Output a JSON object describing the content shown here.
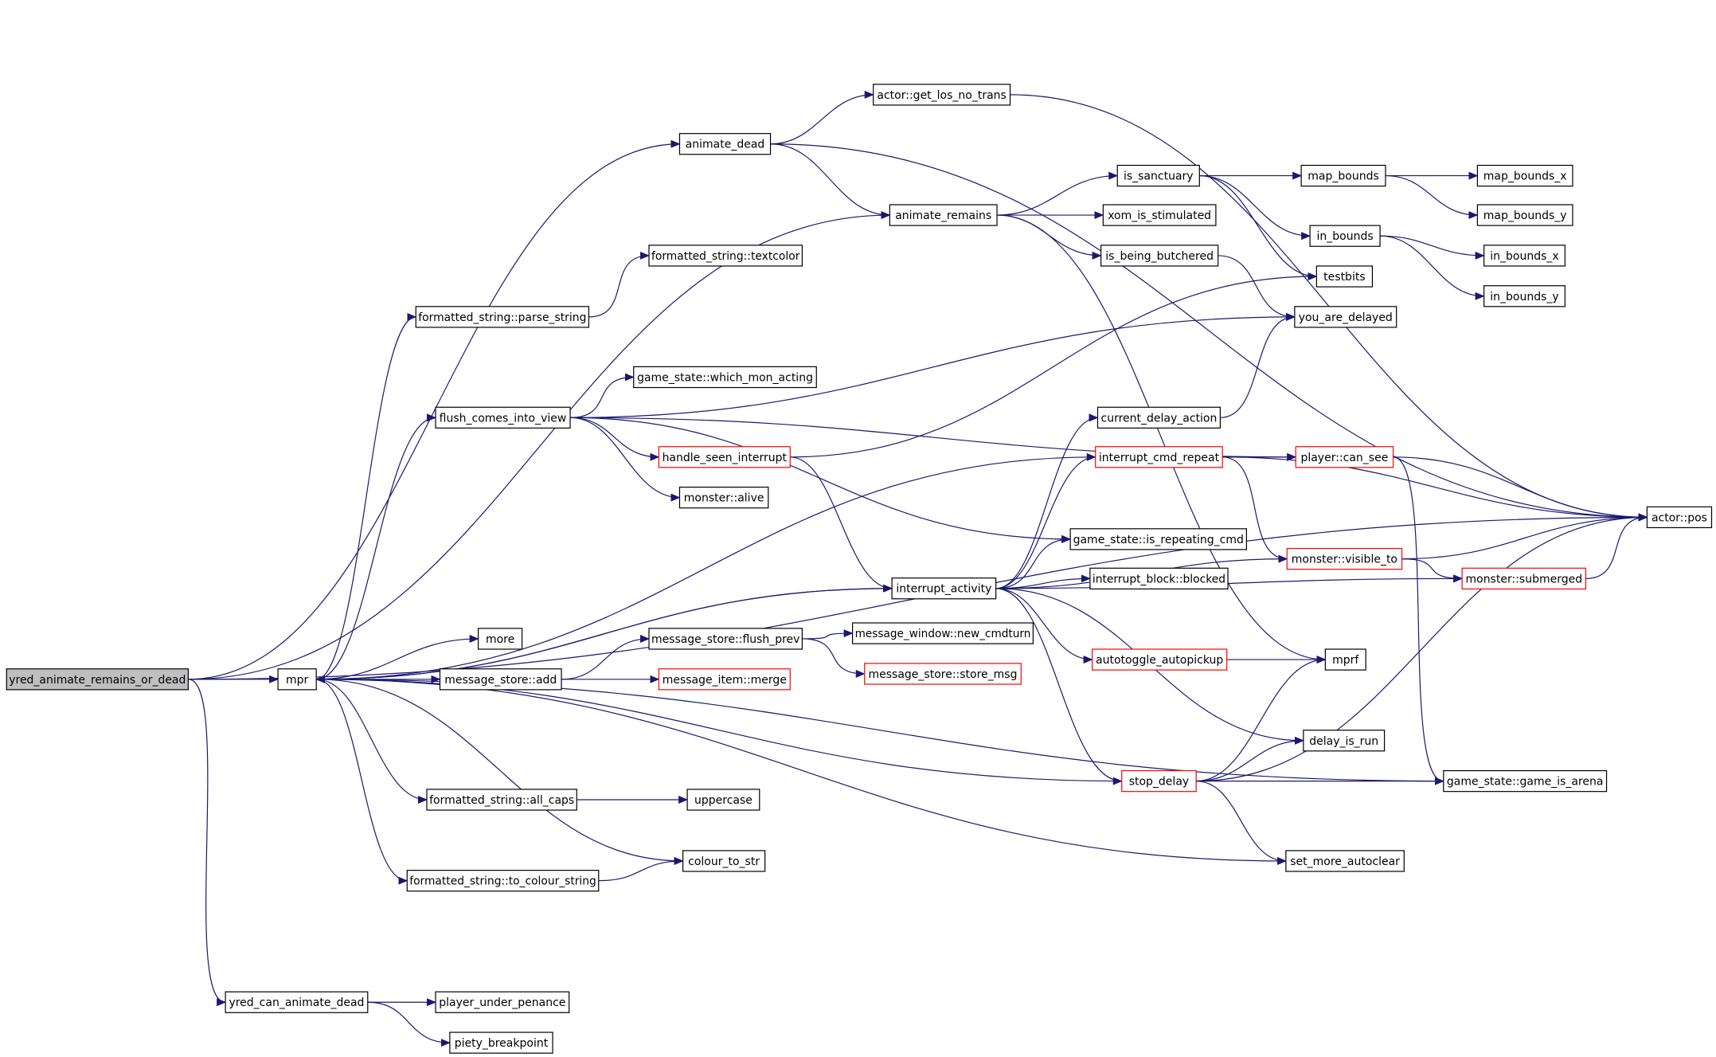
{
  "graph": {
    "colors": {
      "edge": "#191970",
      "node_border": "#000000",
      "highlight_border": "#ff0000",
      "root_fill": "#bfbfbf"
    },
    "nodes": {
      "yred_animate_remains_or_dead": {
        "label": "yred_animate_remains_or_dead",
        "style": "root"
      },
      "mpr": {
        "label": "mpr",
        "style": "normal"
      },
      "animate_dead": {
        "label": "animate_dead",
        "style": "normal"
      },
      "actor_get_los_no_trans": {
        "label": "actor::get_los_no_trans",
        "style": "normal"
      },
      "animate_remains": {
        "label": "animate_remains",
        "style": "normal"
      },
      "is_sanctuary": {
        "label": "is_sanctuary",
        "style": "normal"
      },
      "map_bounds": {
        "label": "map_bounds",
        "style": "normal"
      },
      "map_bounds_x": {
        "label": "map_bounds_x",
        "style": "normal"
      },
      "map_bounds_y": {
        "label": "map_bounds_y",
        "style": "normal"
      },
      "xom_is_stimulated": {
        "label": "xom_is_stimulated",
        "style": "normal"
      },
      "in_bounds": {
        "label": "in_bounds",
        "style": "normal"
      },
      "in_bounds_x": {
        "label": "in_bounds_x",
        "style": "normal"
      },
      "in_bounds_y": {
        "label": "in_bounds_y",
        "style": "normal"
      },
      "is_being_butchered": {
        "label": "is_being_butchered",
        "style": "normal"
      },
      "testbits": {
        "label": "testbits",
        "style": "normal"
      },
      "you_are_delayed": {
        "label": "you_are_delayed",
        "style": "normal"
      },
      "formatted_string_textcolor": {
        "label": "formatted_string::textcolor",
        "style": "normal"
      },
      "formatted_string_parse_string": {
        "label": "formatted_string::parse_string",
        "style": "normal"
      },
      "game_state_which_mon_acting": {
        "label": "game_state::which_mon_acting",
        "style": "normal"
      },
      "flush_comes_into_view": {
        "label": "flush_comes_into_view",
        "style": "normal"
      },
      "current_delay_action": {
        "label": "current_delay_action",
        "style": "normal"
      },
      "handle_seen_interrupt": {
        "label": "handle_seen_interrupt",
        "style": "highlight"
      },
      "interrupt_cmd_repeat": {
        "label": "interrupt_cmd_repeat",
        "style": "highlight"
      },
      "player_can_see": {
        "label": "player::can_see",
        "style": "highlight"
      },
      "monster_alive": {
        "label": "monster::alive",
        "style": "normal"
      },
      "actor_pos": {
        "label": "actor::pos",
        "style": "normal"
      },
      "game_state_is_repeating_cmd": {
        "label": "game_state::is_repeating_cmd",
        "style": "normal"
      },
      "monster_visible_to": {
        "label": "monster::visible_to",
        "style": "highlight"
      },
      "monster_submerged": {
        "label": "monster::submerged",
        "style": "highlight"
      },
      "interrupt_activity": {
        "label": "interrupt_activity",
        "style": "normal"
      },
      "interrupt_block_blocked": {
        "label": "interrupt_block::blocked",
        "style": "normal"
      },
      "more": {
        "label": "more",
        "style": "normal"
      },
      "message_store_flush_prev": {
        "label": "message_store::flush_prev",
        "style": "normal"
      },
      "message_window_new_cmdturn": {
        "label": "message_window::new_cmdturn",
        "style": "normal"
      },
      "message_store_add": {
        "label": "message_store::add",
        "style": "normal"
      },
      "message_item_merge": {
        "label": "message_item::merge",
        "style": "highlight"
      },
      "message_store_store_msg": {
        "label": "message_store::store_msg",
        "style": "highlight"
      },
      "autotoggle_autopickup": {
        "label": "autotoggle_autopickup",
        "style": "highlight"
      },
      "mprf": {
        "label": "mprf",
        "style": "normal"
      },
      "delay_is_run": {
        "label": "delay_is_run",
        "style": "normal"
      },
      "stop_delay": {
        "label": "stop_delay",
        "style": "highlight"
      },
      "game_state_game_is_arena": {
        "label": "game_state::game_is_arena",
        "style": "normal"
      },
      "formatted_string_all_caps": {
        "label": "formatted_string::all_caps",
        "style": "normal"
      },
      "uppercase": {
        "label": "uppercase",
        "style": "normal"
      },
      "colour_to_str": {
        "label": "colour_to_str",
        "style": "normal"
      },
      "set_more_autoclear": {
        "label": "set_more_autoclear",
        "style": "normal"
      },
      "formatted_string_to_colour_string": {
        "label": "formatted_string::to_colour_string",
        "style": "normal"
      },
      "yred_can_animate_dead": {
        "label": "yred_can_animate_dead",
        "style": "normal"
      },
      "player_under_penance": {
        "label": "player_under_penance",
        "style": "normal"
      },
      "piety_breakpoint": {
        "label": "piety_breakpoint",
        "style": "normal"
      }
    },
    "edges": [
      [
        "yred_animate_remains_or_dead",
        "mpr"
      ],
      [
        "yred_animate_remains_or_dead",
        "animate_dead"
      ],
      [
        "yred_animate_remains_or_dead",
        "animate_remains"
      ],
      [
        "yred_animate_remains_or_dead",
        "actor_pos"
      ],
      [
        "yred_animate_remains_or_dead",
        "yred_can_animate_dead"
      ],
      [
        "animate_dead",
        "actor_get_los_no_trans"
      ],
      [
        "animate_dead",
        "animate_remains"
      ],
      [
        "animate_dead",
        "actor_pos"
      ],
      [
        "actor_get_los_no_trans",
        "actor_pos"
      ],
      [
        "animate_remains",
        "is_sanctuary"
      ],
      [
        "animate_remains",
        "xom_is_stimulated"
      ],
      [
        "animate_remains",
        "is_being_butchered"
      ],
      [
        "animate_remains",
        "mprf"
      ],
      [
        "is_sanctuary",
        "map_bounds"
      ],
      [
        "is_sanctuary",
        "in_bounds"
      ],
      [
        "is_sanctuary",
        "testbits"
      ],
      [
        "map_bounds",
        "map_bounds_x"
      ],
      [
        "map_bounds",
        "map_bounds_y"
      ],
      [
        "in_bounds",
        "in_bounds_x"
      ],
      [
        "in_bounds",
        "in_bounds_y"
      ],
      [
        "is_being_butchered",
        "you_are_delayed"
      ],
      [
        "formatted_string_parse_string",
        "formatted_string_textcolor"
      ],
      [
        "mpr",
        "formatted_string_parse_string"
      ],
      [
        "mpr",
        "flush_comes_into_view"
      ],
      [
        "mpr",
        "interrupt_activity"
      ],
      [
        "mpr",
        "more"
      ],
      [
        "mpr",
        "message_store_add"
      ],
      [
        "mpr",
        "formatted_string_all_caps"
      ],
      [
        "mpr",
        "colour_to_str"
      ],
      [
        "mpr",
        "formatted_string_to_colour_string"
      ],
      [
        "mpr",
        "set_more_autoclear"
      ],
      [
        "mpr",
        "game_state_game_is_arena"
      ],
      [
        "flush_comes_into_view",
        "game_state_which_mon_acting"
      ],
      [
        "flush_comes_into_view",
        "handle_seen_interrupt"
      ],
      [
        "flush_comes_into_view",
        "monster_alive"
      ],
      [
        "flush_comes_into_view",
        "you_are_delayed"
      ],
      [
        "flush_comes_into_view",
        "player_can_see"
      ],
      [
        "flush_comes_into_view",
        "game_state_is_repeating_cmd"
      ],
      [
        "handle_seen_interrupt",
        "testbits"
      ],
      [
        "handle_seen_interrupt",
        "interrupt_activity"
      ],
      [
        "interrupt_activity",
        "mpr"
      ],
      [
        "interrupt_activity",
        "current_delay_action"
      ],
      [
        "interrupt_activity",
        "interrupt_cmd_repeat"
      ],
      [
        "interrupt_activity",
        "game_state_is_repeating_cmd"
      ],
      [
        "interrupt_activity",
        "interrupt_block_blocked"
      ],
      [
        "interrupt_activity",
        "monster_visible_to"
      ],
      [
        "interrupt_activity",
        "autotoggle_autopickup"
      ],
      [
        "interrupt_activity",
        "monster_submerged"
      ],
      [
        "interrupt_activity",
        "delay_is_run"
      ],
      [
        "interrupt_activity",
        "stop_delay"
      ],
      [
        "current_delay_action",
        "you_are_delayed"
      ],
      [
        "interrupt_cmd_repeat",
        "mpr"
      ],
      [
        "interrupt_cmd_repeat",
        "player_can_see"
      ],
      [
        "interrupt_cmd_repeat",
        "actor_pos"
      ],
      [
        "interrupt_cmd_repeat",
        "monster_visible_to"
      ],
      [
        "player_can_see",
        "actor_pos"
      ],
      [
        "player_can_see",
        "game_state_game_is_arena"
      ],
      [
        "monster_visible_to",
        "actor_pos"
      ],
      [
        "monster_visible_to",
        "monster_submerged"
      ],
      [
        "monster_submerged",
        "actor_pos"
      ],
      [
        "message_store_add",
        "message_store_flush_prev"
      ],
      [
        "message_store_add",
        "message_item_merge"
      ],
      [
        "message_store_flush_prev",
        "message_window_new_cmdturn"
      ],
      [
        "message_store_flush_prev",
        "message_store_store_msg"
      ],
      [
        "autotoggle_autopickup",
        "mprf"
      ],
      [
        "stop_delay",
        "mpr"
      ],
      [
        "stop_delay",
        "mprf"
      ],
      [
        "stop_delay",
        "delay_is_run"
      ],
      [
        "stop_delay",
        "game_state_game_is_arena"
      ],
      [
        "stop_delay",
        "actor_pos"
      ],
      [
        "stop_delay",
        "set_more_autoclear"
      ],
      [
        "formatted_string_all_caps",
        "uppercase"
      ],
      [
        "formatted_string_to_colour_string",
        "colour_to_str"
      ],
      [
        "yred_can_animate_dead",
        "player_under_penance"
      ],
      [
        "yred_can_animate_dead",
        "piety_breakpoint"
      ]
    ]
  }
}
